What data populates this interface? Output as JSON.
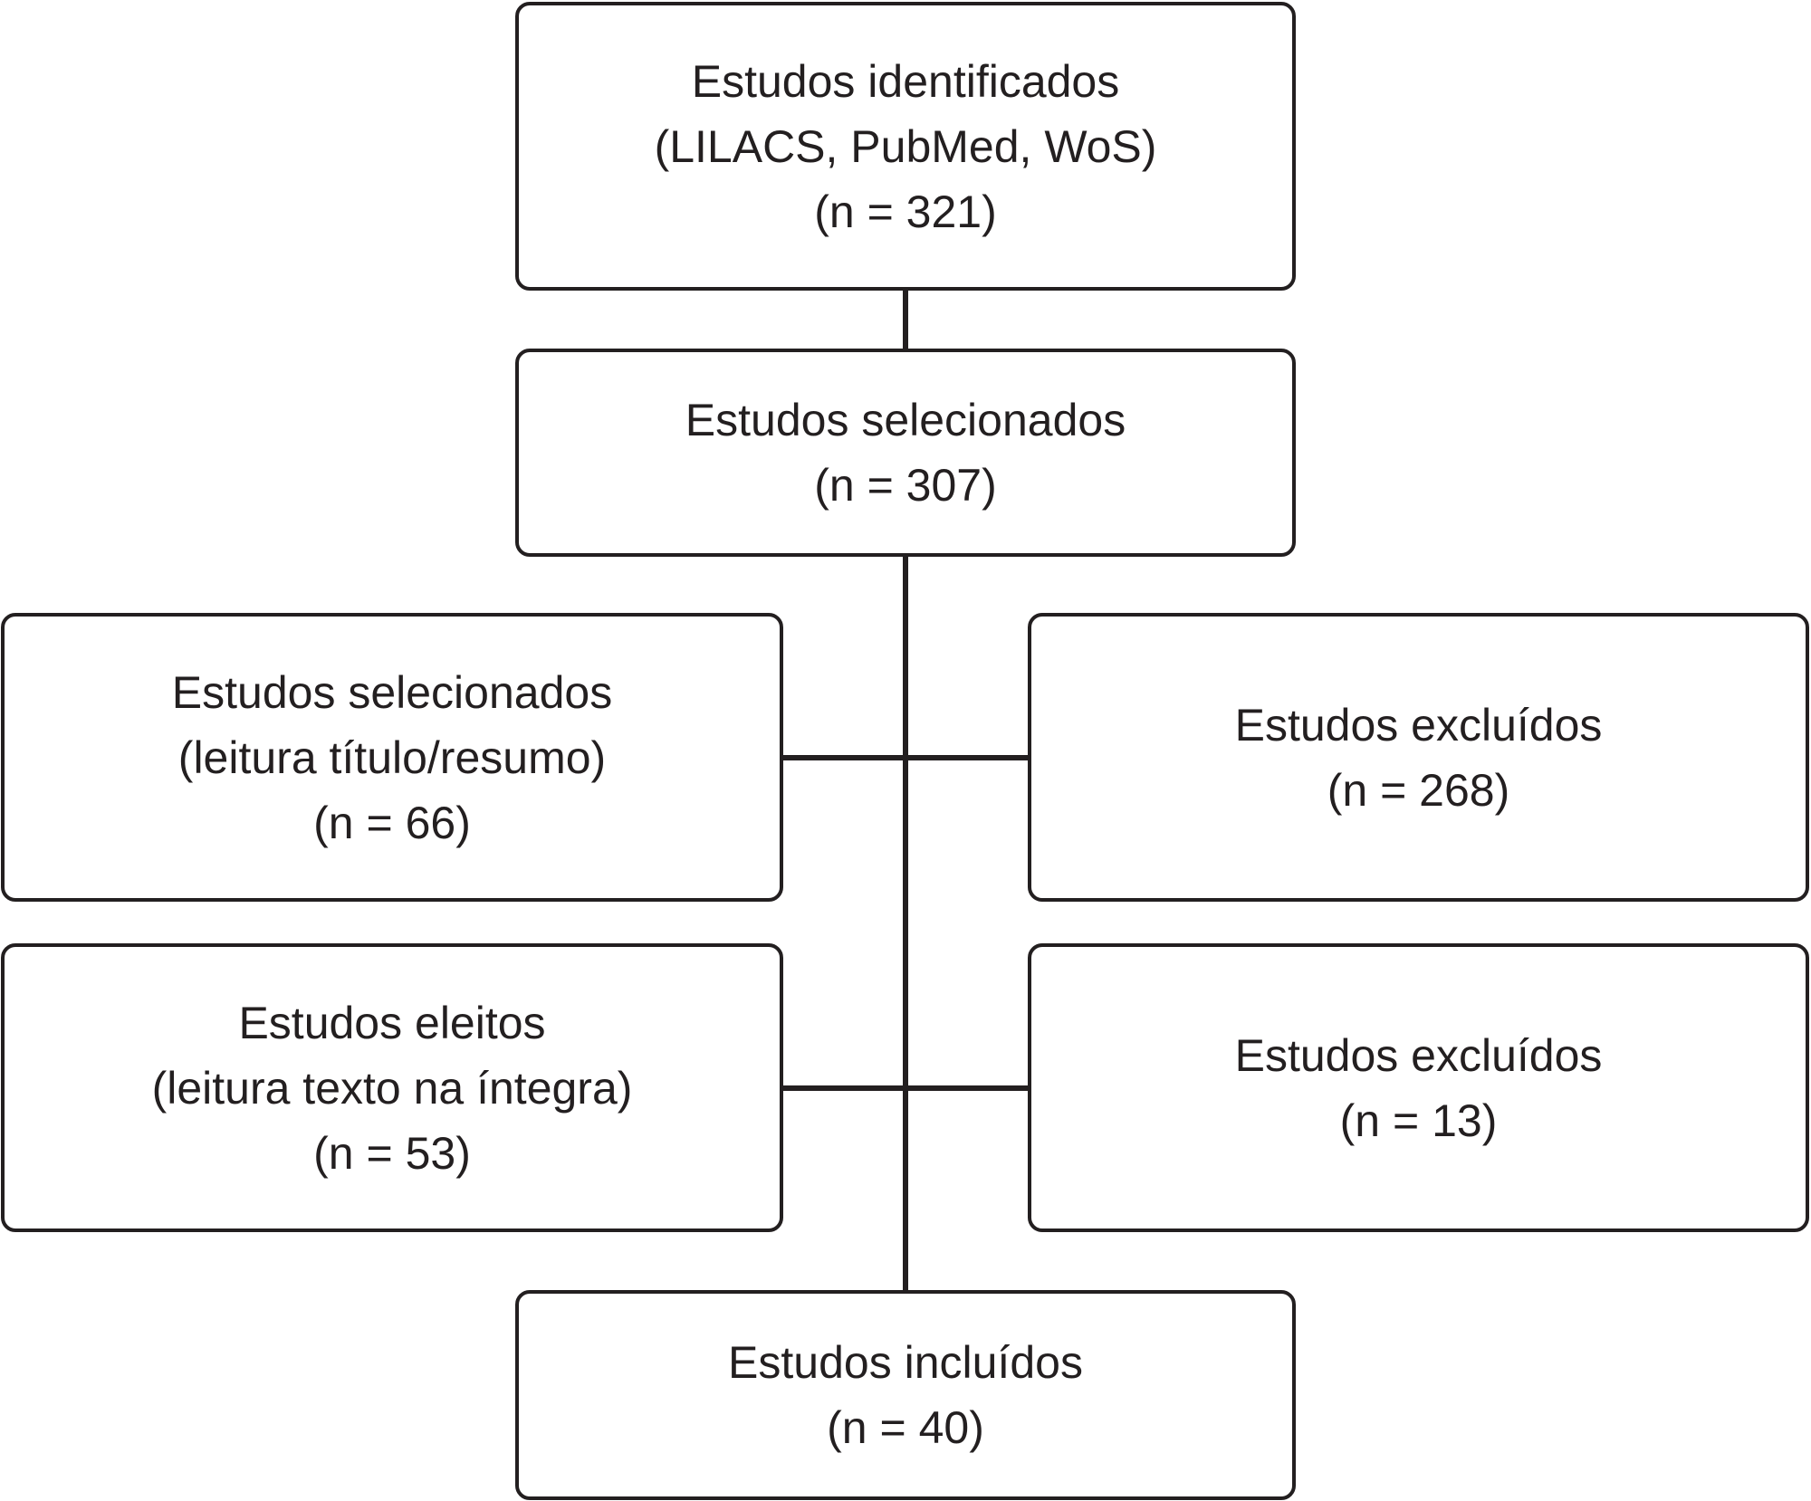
{
  "flowchart": {
    "identified": {
      "line1": "Estudos identificados",
      "line2": "(LILACS, PubMed, WoS)",
      "line3": "(n = 321)"
    },
    "selected": {
      "line1": "Estudos selecionados",
      "line2": "(n = 307)"
    },
    "screened": {
      "line1": "Estudos selecionados",
      "line2": "(leitura título/resumo)",
      "line3": "(n = 66)"
    },
    "excluded_screening": {
      "line1": "Estudos excluídos",
      "line2": "(n = 268)"
    },
    "eligible": {
      "line1": "Estudos eleitos",
      "line2": "(leitura texto na íntegra)",
      "line3": "(n = 53)"
    },
    "excluded_fulltext": {
      "line1": "Estudos excluídos",
      "line2": "(n = 13)"
    },
    "included": {
      "line1": "Estudos incluídos",
      "line2": "(n = 40)"
    }
  },
  "colors": {
    "stroke": "#231f20",
    "background": "#ffffff"
  }
}
